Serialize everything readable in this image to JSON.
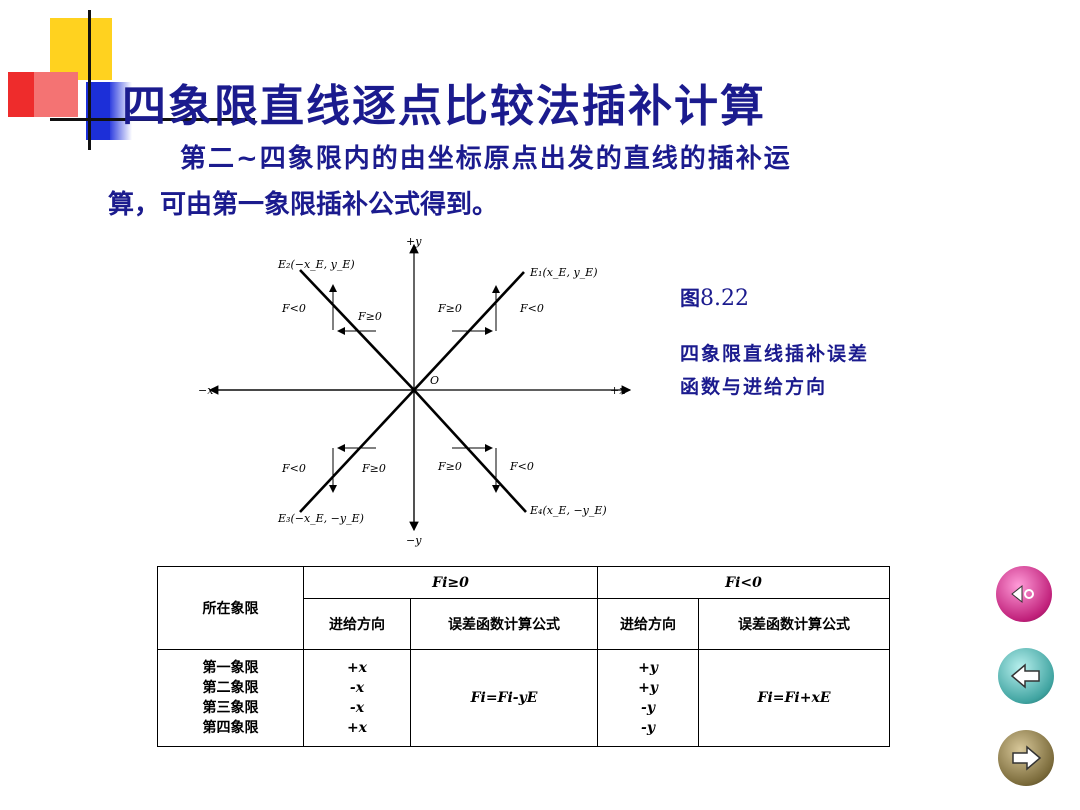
{
  "title": "四象限直线逐点比较法插补计算",
  "intro": {
    "line1": "第二~四象限内的由坐标原点出发的直线的插补运",
    "line2": "算，可由第一象限插补公式得到。"
  },
  "figure": {
    "axis_labels": {
      "pos_y": "+y",
      "neg_y": "−y",
      "pos_x": "+x",
      "neg_x": "−x",
      "origin": "O"
    },
    "endpoints": {
      "e1": "E₁(x_E, y_E)",
      "e2": "E₂(−x_E, y_E)",
      "e3": "E₃(−x_E, −y_E)",
      "e4": "E₄(x_E, −y_E)"
    },
    "region_labels": {
      "q2_neg": "F<0",
      "q2_pos": "F≥0",
      "q1_pos": "F≥0",
      "q1_neg": "F<0",
      "q3_neg": "F<0",
      "q3_pos": "F≥0",
      "q4_pos": "F≥0",
      "q4_neg": "F<0"
    }
  },
  "caption": {
    "prefix": "图",
    "number": "8.22",
    "text": "四象限直线插补误差函数与进给方向"
  },
  "table": {
    "quadrant_header": "所在象限",
    "group_pos": "Fi≥0",
    "group_neg": "Fi<0",
    "feed_dir": "进给方向",
    "error_formula": "误差函数计算公式",
    "quadrants": [
      "第一象限",
      "第二象限",
      "第三象限",
      "第四象限"
    ],
    "pos_feed": [
      "+x",
      "-x",
      "-x",
      "+x"
    ],
    "pos_formula": "Fi=Fi-yE",
    "neg_feed": [
      "+y",
      "+y",
      "-y",
      "-y"
    ],
    "neg_formula": "Fi=Fi+xE"
  },
  "nav": {
    "buttons": [
      "sound-icon",
      "back-arrow-icon",
      "forward-arrow-icon"
    ],
    "colors": {
      "sound": "#c0207a",
      "back": "#3fa3a0",
      "forward": "#7a6a3a"
    }
  },
  "colors": {
    "title": "#1b1b8e",
    "accent_yellow": "#ffd21f",
    "accent_red": "#ee2c2c",
    "accent_blue": "#1c2fd8"
  }
}
